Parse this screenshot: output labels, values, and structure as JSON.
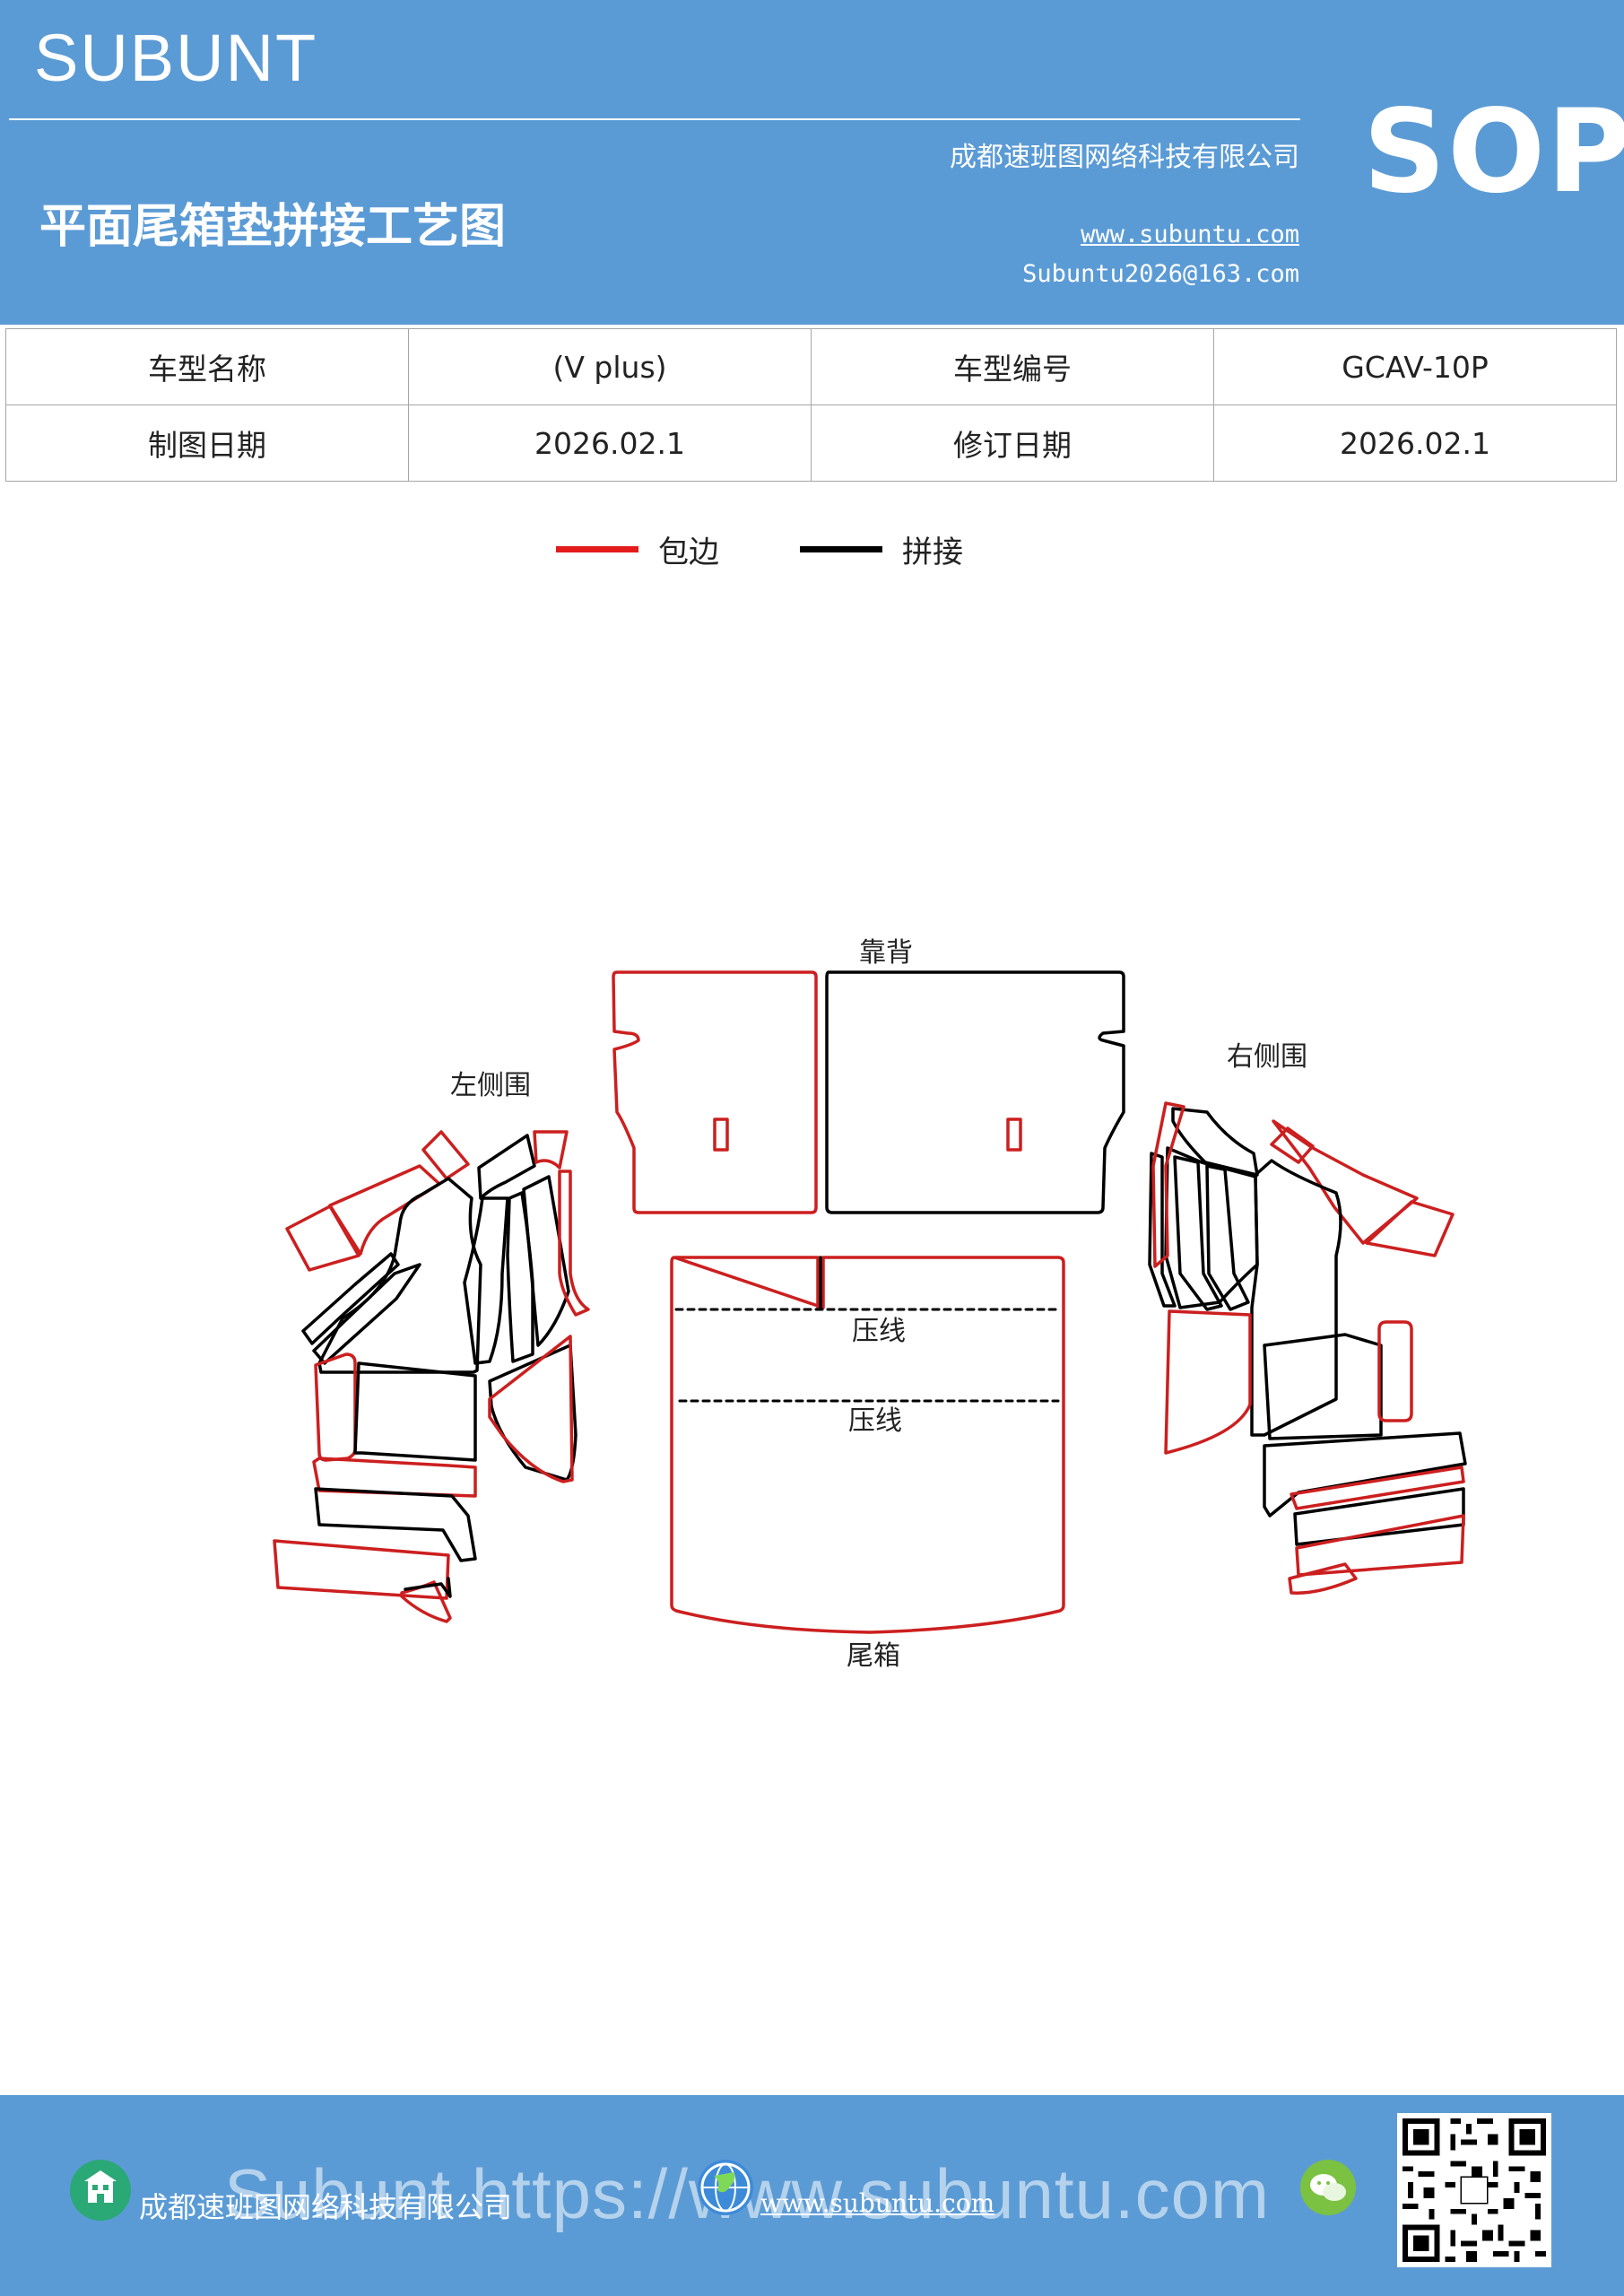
{
  "header": {
    "brand": "SUBUNT",
    "badge": "SOP",
    "title": "平面尾箱垫拼接工艺图",
    "company": "成都速班图网络科技有限公司",
    "website": "www.subuntu.com",
    "email": "Subuntu2026@163.com"
  },
  "info_table": {
    "rows": [
      [
        "车型名称",
        "(V  plus)",
        "车型编号",
        "GCAV-10P"
      ],
      [
        "制图日期",
        "2026.02.1",
        "修订日期",
        "2026.02.1"
      ]
    ]
  },
  "legend": {
    "items": [
      {
        "label": "包边",
        "color": "#e31b1b"
      },
      {
        "label": "拼接",
        "color": "#000000"
      }
    ]
  },
  "diagram": {
    "labels": {
      "backrest": "靠背",
      "left_side": "左侧围",
      "right_side": "右侧围",
      "trunk": "尾箱",
      "crease_1": "压线",
      "crease_2": "压线"
    },
    "colors": {
      "edge": "#cc1f1f",
      "seam": "#000000"
    }
  },
  "footer": {
    "company": "成都速班图网络科技有限公司",
    "website": "www.subuntu.com",
    "ghost_text": "Subunt https://www.subuntu.com"
  },
  "icons": [
    "building-icon",
    "globe-icon",
    "wechat-icon",
    "qr-code"
  ]
}
